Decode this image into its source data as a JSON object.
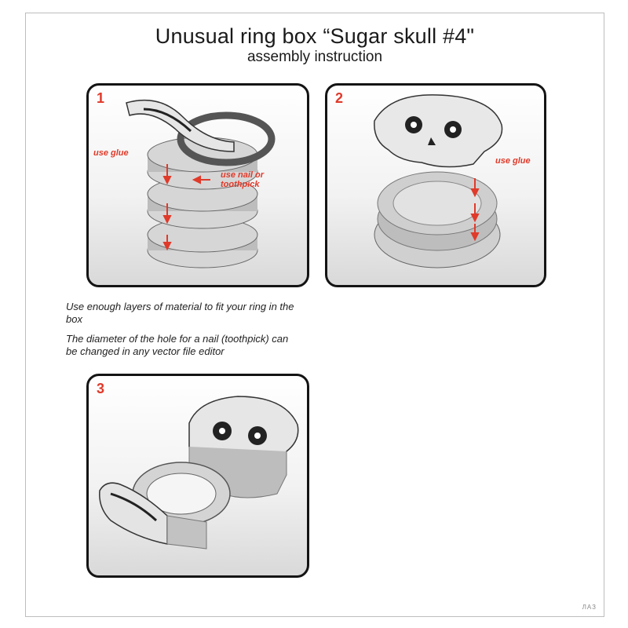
{
  "header": {
    "title": "Unusual ring box “Sugar skull #4\"",
    "subtitle": "assembly instruction"
  },
  "steps": [
    {
      "number": "1",
      "notes": [
        "use glue",
        "use nail or toothpick"
      ]
    },
    {
      "number": "2",
      "notes": [
        "use glue"
      ]
    },
    {
      "number": "3",
      "notes": []
    }
  ],
  "instructions": [
    "Use enough layers of material to fit your ring in the box",
    "The diameter of the hole for a nail (toothpick) can be changed in any vector file editor"
  ],
  "footer": {
    "mark": "ЛАЗ"
  },
  "colors": {
    "accent": "#e03a2a",
    "frame": "#141414"
  }
}
